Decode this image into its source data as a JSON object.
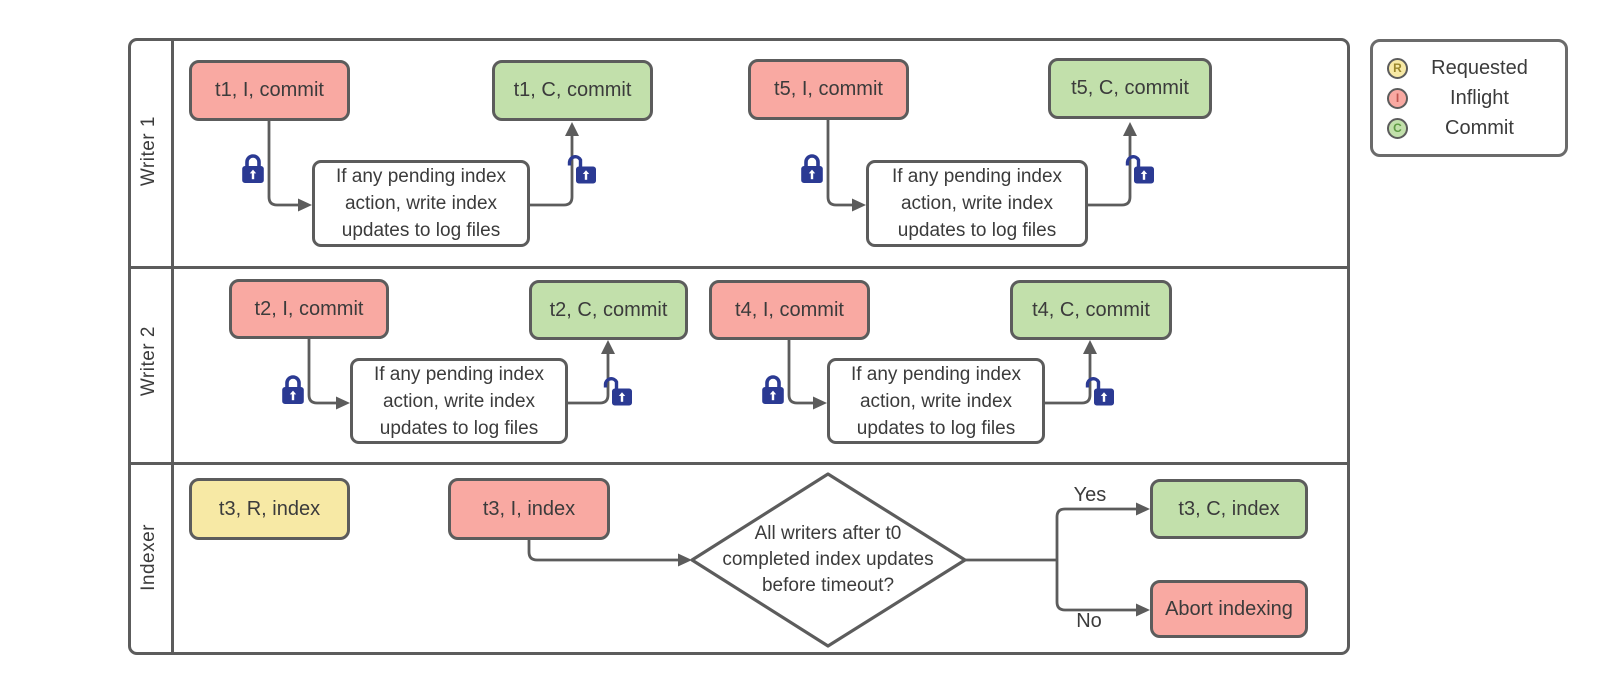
{
  "lanes": {
    "writer1": "Writer 1",
    "writer2": "Writer 2",
    "indexer": "Indexer"
  },
  "nodes": {
    "t1_inflight": "t1, I, commit",
    "t1_commit": "t1, C, commit",
    "t5_inflight": "t5, I, commit",
    "t5_commit": "t5, C, commit",
    "t2_inflight": "t2, I, commit",
    "t2_commit": "t2, C, commit",
    "t4_inflight": "t4, I, commit",
    "t4_commit": "t4, C, commit",
    "t3_requested": "t3, R, index",
    "t3_inflight": "t3, I, index",
    "t3_commit": "t3, C, index",
    "abort": "Abort indexing",
    "process": "If any pending index\naction, write index\nupdates to log files",
    "decision": "All writers after t0\ncompleted index updates\nbefore timeout?"
  },
  "edge_labels": {
    "yes": "Yes",
    "no": "No"
  },
  "legend": {
    "items": [
      {
        "letter": "R",
        "label": "Requested",
        "fill": "#f7e9a5"
      },
      {
        "letter": "I",
        "label": "Inflight",
        "fill": "#f9a9a2"
      },
      {
        "letter": "C",
        "label": "Commit",
        "fill": "#c2e0ab"
      }
    ]
  },
  "icons": {
    "closed_lock": "locked-padlock",
    "open_lock": "unlocked-padlock"
  },
  "colors": {
    "requested_fill": "#f7e9a5",
    "inflight_fill": "#f9a9a2",
    "commit_fill": "#c2e0ab",
    "process_fill": "#ffffff",
    "border": "#5c5c5c",
    "connector": "#5c5c5c",
    "lock": "#2b3a93",
    "text": "#3b3b3b"
  }
}
